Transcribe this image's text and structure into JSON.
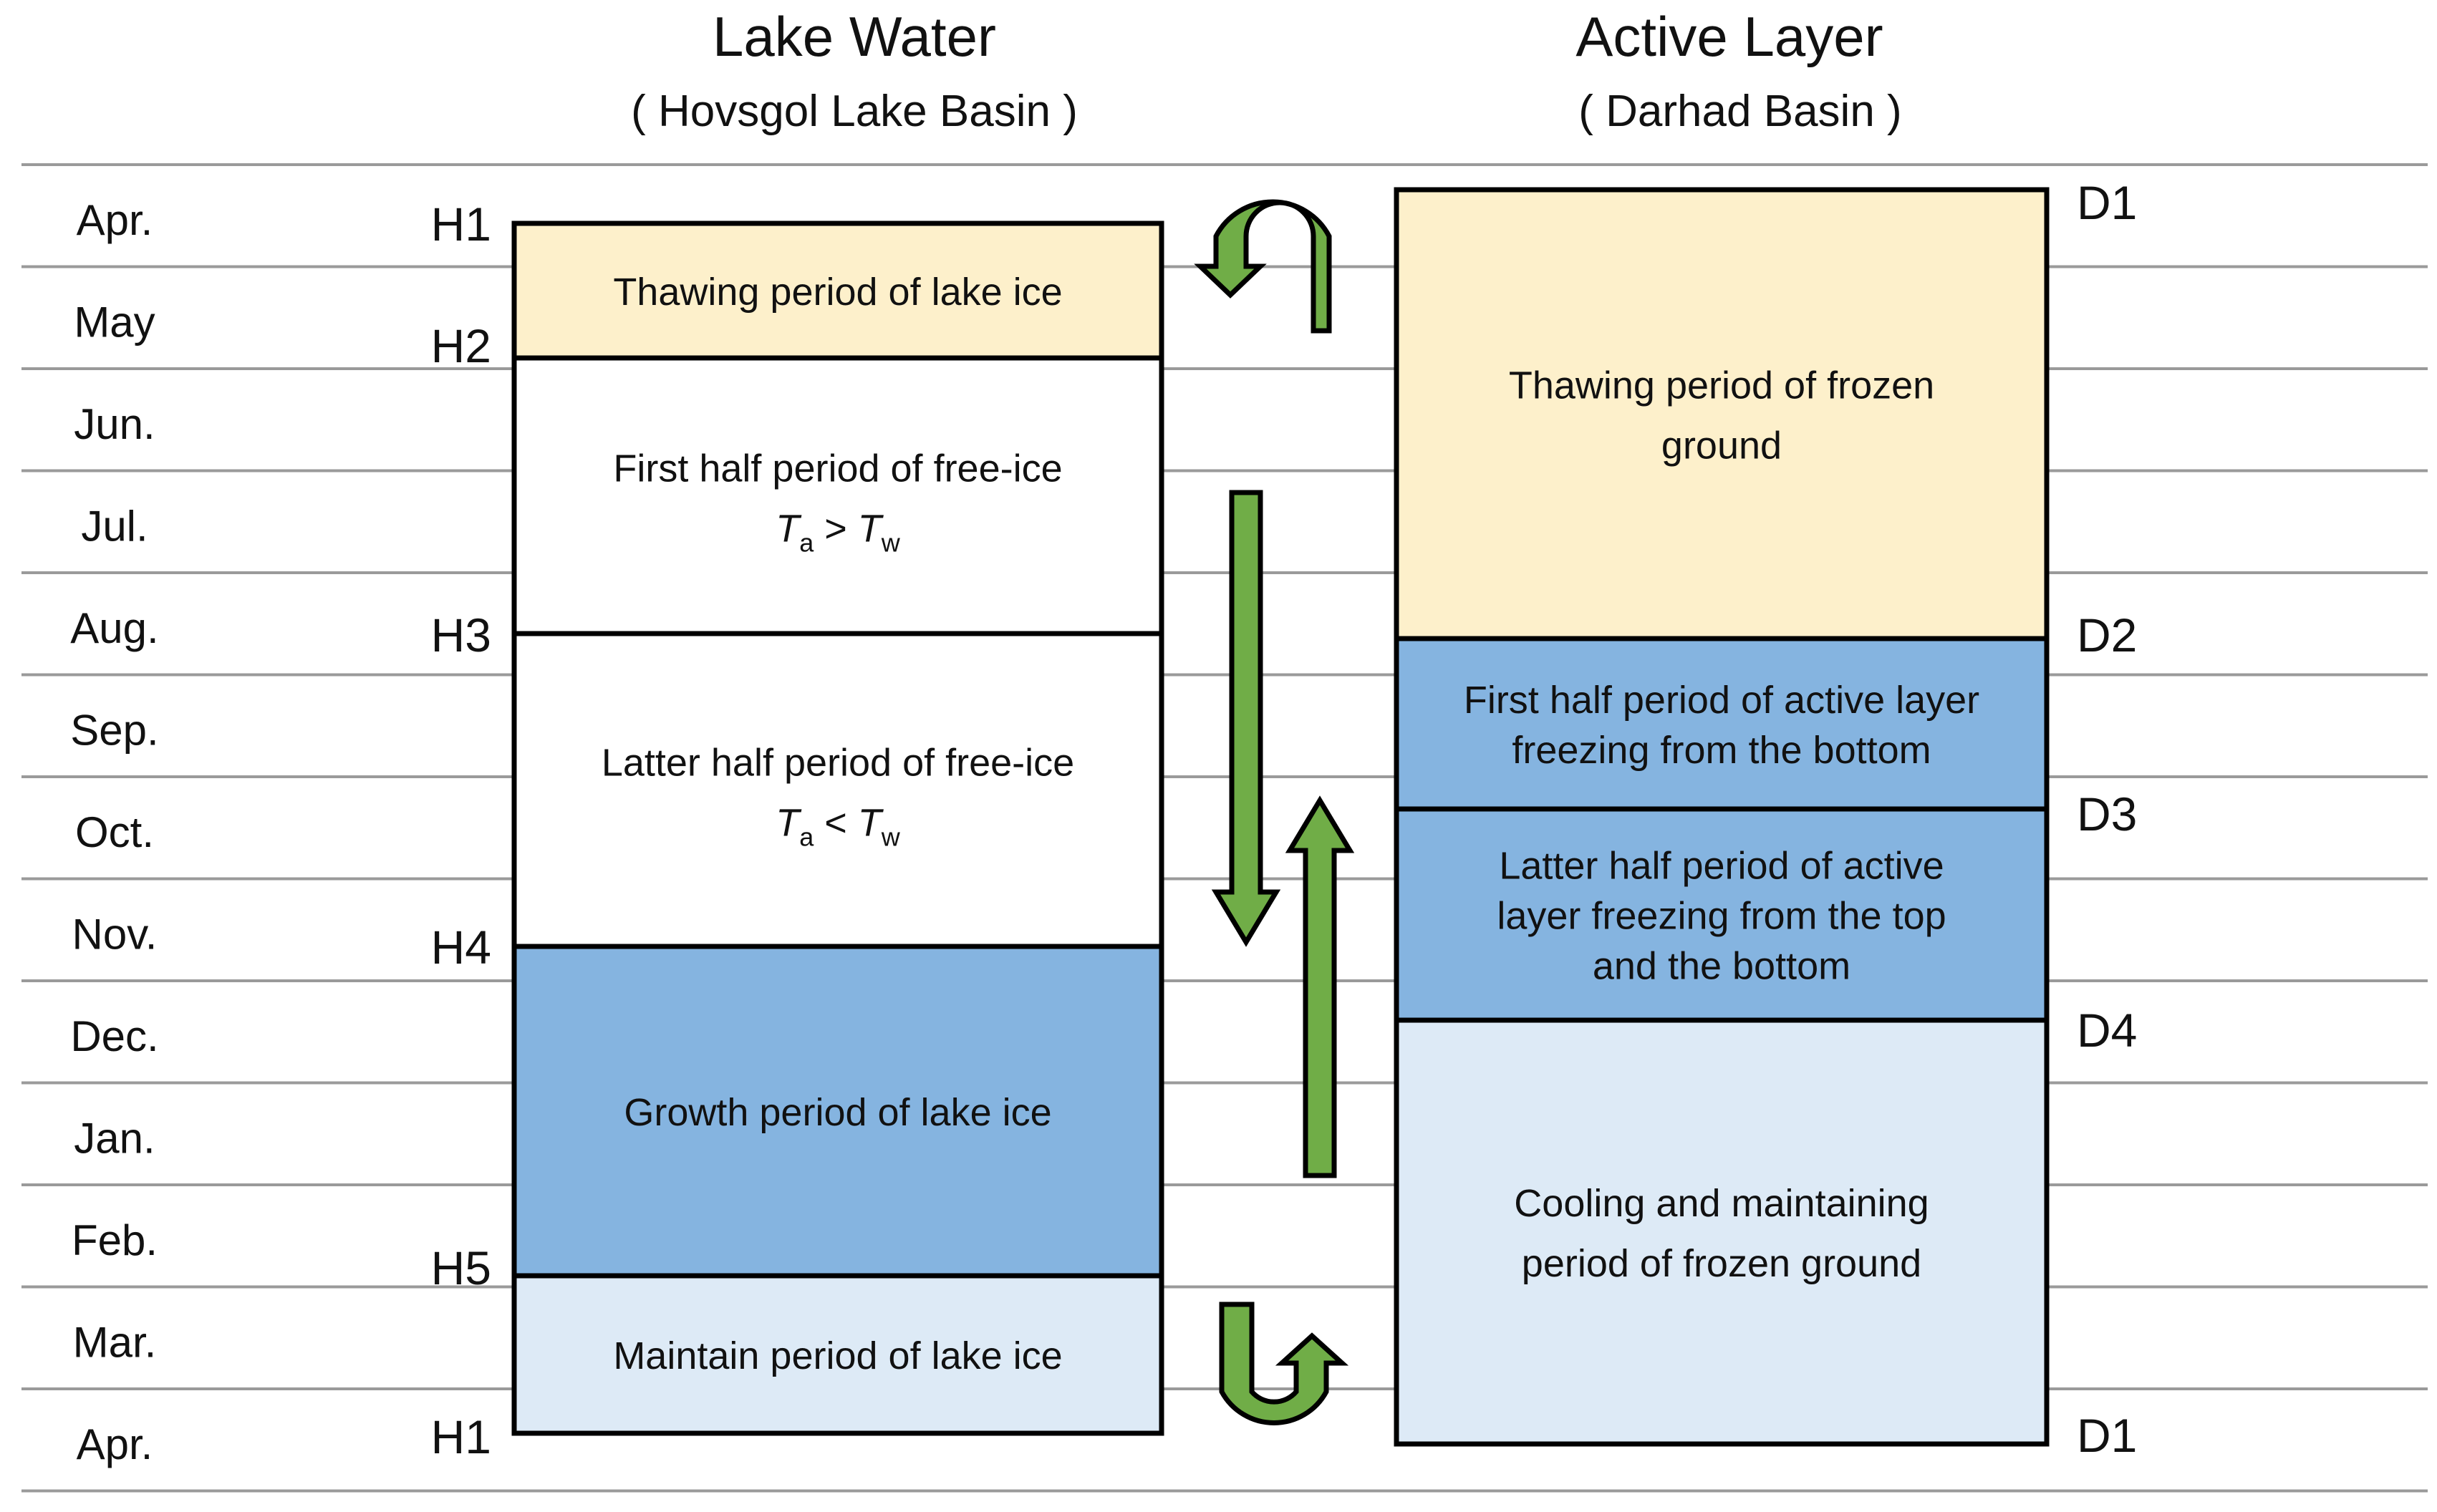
{
  "headers": {
    "lake": {
      "title": "Lake Water",
      "subtitle": "( Hovsgol Lake Basin )"
    },
    "active": {
      "title": "Active Layer",
      "subtitle": "( Darhad Basin )"
    }
  },
  "months": [
    "Apr.",
    "May",
    "Jun.",
    "Jul.",
    "Aug.",
    "Sep.",
    "Oct.",
    "Nov.",
    "Dec.",
    "Jan.",
    "Feb.",
    "Mar.",
    "Apr."
  ],
  "lake_markers": [
    "H1",
    "H2",
    "H3",
    "H4",
    "H5",
    "H1"
  ],
  "active_markers": [
    "D1",
    "D2",
    "D3",
    "D4",
    "D1"
  ],
  "lake_periods": [
    {
      "line1": "Thawing period of lake ice",
      "color": "#FDF0CB"
    },
    {
      "line1": "First half period of free-ice",
      "formula": {
        "a": "T",
        "a_sub": "a",
        "op": " > ",
        "b": "T",
        "b_sub": "w"
      },
      "color": "#FFFFFF"
    },
    {
      "line1": "Latter half period of free-ice",
      "formula": {
        "a": "T",
        "a_sub": "a",
        "op": " < ",
        "b": "T",
        "b_sub": "w"
      },
      "color": "#FFFFFF"
    },
    {
      "line1": "Growth period of lake ice",
      "color": "#85B4E0"
    },
    {
      "line1": "Maintain period of lake ice",
      "color": "#DDEAF6"
    }
  ],
  "active_periods": [
    {
      "lines": [
        "Thawing period of frozen",
        "ground"
      ],
      "color": "#FDF0CB"
    },
    {
      "lines": [
        "First half period of active layer",
        "freezing from the bottom"
      ],
      "color": "#85B4E0"
    },
    {
      "lines": [
        "Latter half period of active",
        "layer freezing from the top",
        "and the bottom"
      ],
      "color": "#85B4E0"
    },
    {
      "lines": [
        "Cooling and maintaining",
        "period of frozen ground"
      ],
      "color": "#DDEAF6"
    }
  ],
  "colors": {
    "arrow_fill": "#70AD47",
    "grid_line": "#9A9A9A",
    "border": "#000000"
  }
}
